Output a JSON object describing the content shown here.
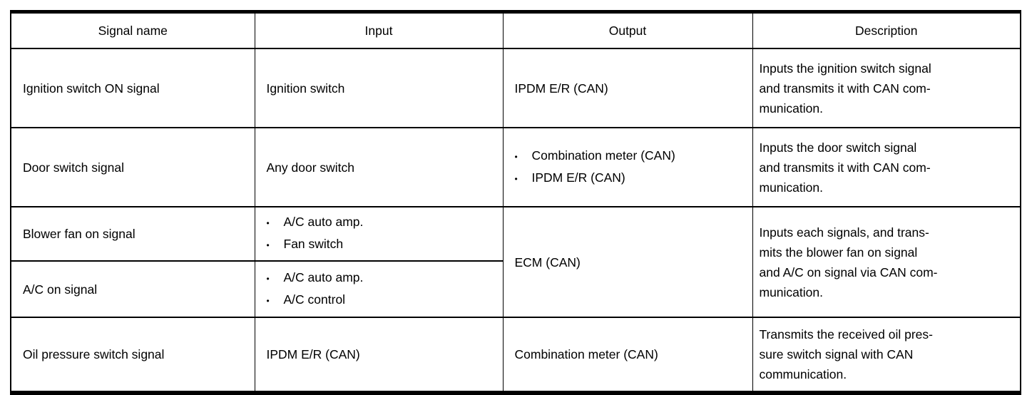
{
  "bullet_char": "•",
  "table": {
    "columns": [
      "Signal name",
      "Input",
      "Output",
      "Description"
    ],
    "rows": [
      {
        "signal": "Ignition switch ON signal",
        "input": "Ignition switch",
        "output": "IPDM E/R (CAN)",
        "description": "Inputs the ignition switch signal\nand transmits it with CAN com-\nmunication."
      },
      {
        "signal": "Door switch signal",
        "input": "Any door switch",
        "output_bullets": [
          "Combination meter (CAN)",
          "IPDM E/R (CAN)"
        ],
        "description": "Inputs the door switch signal\nand transmits it with CAN com-\nmunication."
      },
      {
        "signal": "Blower fan on signal",
        "input_bullets": [
          "A/C auto amp.",
          "Fan switch"
        ],
        "output": "ECM (CAN)",
        "description": "Inputs each signals, and trans-\nmits the blower fan on signal\nand A/C on signal via CAN com-\nmunication."
      },
      {
        "signal": "A/C on signal",
        "input_bullets": [
          "A/C auto amp.",
          "A/C control"
        ]
      },
      {
        "signal": "Oil pressure switch signal",
        "input": "IPDM E/R (CAN)",
        "output": "Combination meter (CAN)",
        "description": "Transmits the received oil pres-\nsure switch signal with CAN\ncommunication."
      }
    ]
  }
}
